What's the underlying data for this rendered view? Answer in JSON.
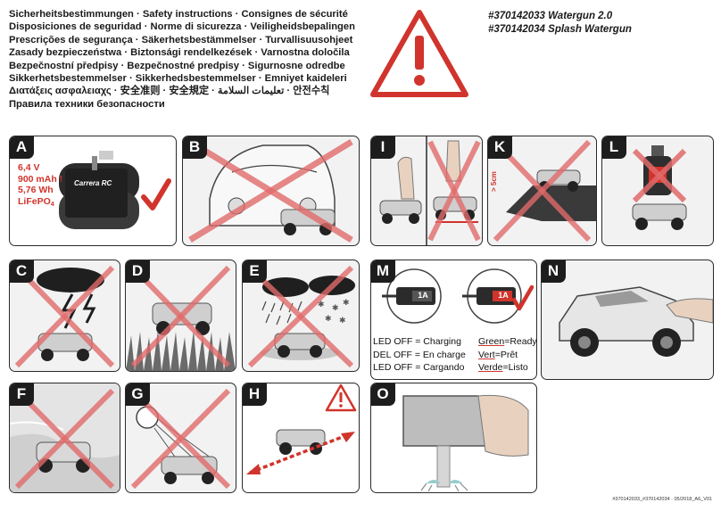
{
  "header": {
    "lines": [
      "Sicherheitsbestimmungen · Safety instructions · Consignes de sécurité",
      "Disposiciones de seguridad · Norme di sicurezza · Veiligheidsbepalingen",
      "Prescrições de segurança · Säkerhetsbestämmelser · Turvallisuusohjeet",
      "Zasady bezpieczeństwa · Biztonsági rendelkezések · Varnostna določila",
      "Bezpečnostní předpisy · Bezpečnostné predpisy · Sigurnosne odredbe",
      "Sikkerhetsbestemmelser · Sikkerhedsbestemmelser · Emniyet kaideleri",
      "Διατάξεις ασφαλειαχς · 安全准则 · 安全規定 · تعليمات السلامة · 안전수칙",
      "Правила техники безопасности"
    ]
  },
  "products": [
    "#370142033 Watergun 2.0",
    "#370142034 Splash Watergun"
  ],
  "panels": {
    "A": "A",
    "B": "B",
    "C": "C",
    "D": "D",
    "E": "E",
    "F": "F",
    "G": "G",
    "H": "H",
    "I": "I",
    "K": "K",
    "L": "L",
    "M": "M",
    "N": "N",
    "O": "O"
  },
  "battery": {
    "voltage": "6,4 V",
    "capacity": "900 mAh !",
    "energy": "5,76 Wh",
    "chem_main": "LiFePO",
    "chem_sub": "4",
    "brand": "Carrera RC"
  },
  "panel_k_height": "> 5cm",
  "charger_label": "1A",
  "led": [
    {
      "off": "LED OFF = Charging",
      "color": "Green",
      "state": "Ready"
    },
    {
      "off": "DEL OFF = En charge",
      "color": "Vert",
      "state": "Prêt"
    },
    {
      "off": "LED OFF = Cargando",
      "color": "Verde",
      "state": "Listo"
    }
  ],
  "equals": "=",
  "footer": "#370142033_#370142034 · 05/2018_A6_V01",
  "colors": {
    "cross": "#e06a6a",
    "accent": "#d0342c",
    "tag": "#1d1d1d"
  }
}
